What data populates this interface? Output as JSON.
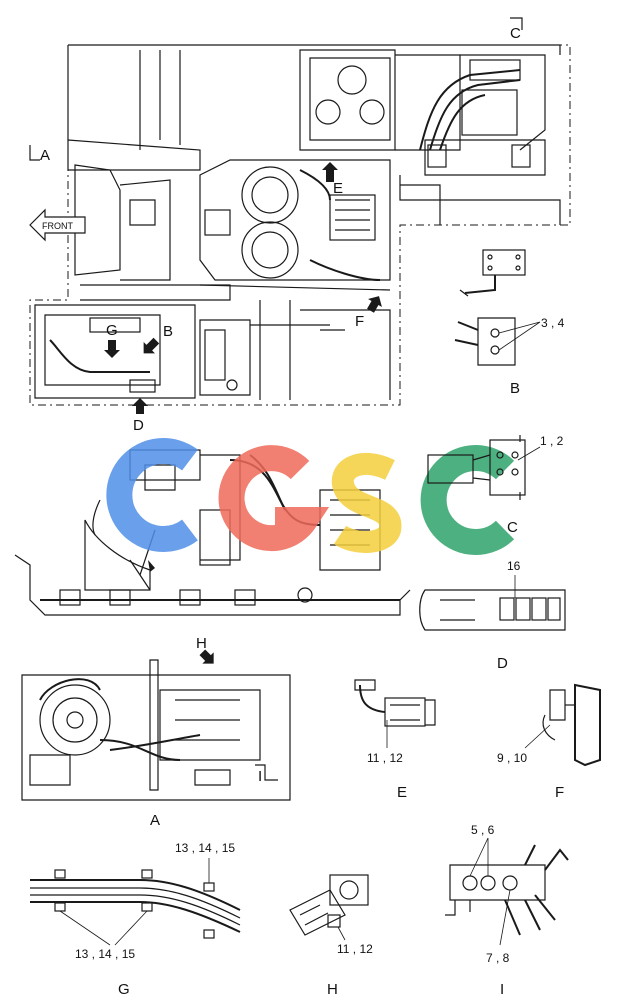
{
  "views": {
    "A": "A",
    "B": "B",
    "C": "C",
    "D": "D",
    "E": "E",
    "F": "F",
    "G": "G",
    "H": "H",
    "I": "I"
  },
  "markers": {
    "front": "FRONT",
    "arrow_e": "E",
    "arrow_f": "F",
    "arrow_g": "G",
    "arrow_b": "B",
    "arrow_d": "D",
    "arrow_h": "H",
    "section_a": "A",
    "section_c": "C",
    "section_i": "I"
  },
  "callouts": {
    "b_34": "3 , 4",
    "c_12": "1 , 2",
    "d_16": "16",
    "e_1112": "11 , 12",
    "f_910": "9 , 10",
    "g_top": "13 , 14 , 15",
    "g_bottom": "13 , 14 , 15",
    "h_1112": "11 , 12",
    "i_56": "5 , 6",
    "i_78": "7 , 8"
  },
  "watermark": {
    "colors": [
      "#4f8fe8",
      "#ef6a5a",
      "#f4cf3c",
      "#2ea36a"
    ]
  }
}
